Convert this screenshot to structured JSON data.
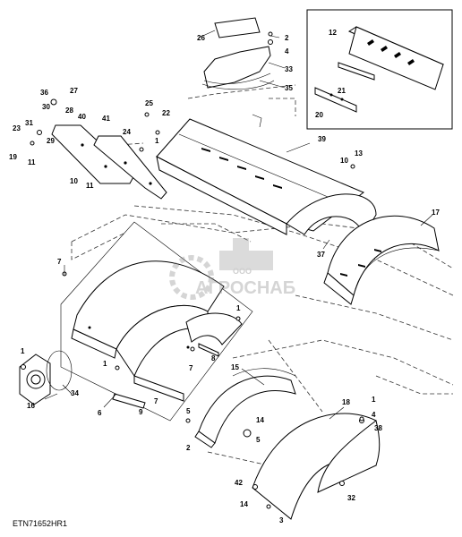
{
  "figure_id": "ETN71652HR1",
  "watermark": {
    "small": "ООО",
    "main": "АГРОСНАБ"
  },
  "callouts": [
    {
      "id": "c26",
      "text": "26"
    },
    {
      "id": "c2a",
      "text": "2"
    },
    {
      "id": "c4a",
      "text": "4"
    },
    {
      "id": "c33",
      "text": "33"
    },
    {
      "id": "c35",
      "text": "35"
    },
    {
      "id": "c12",
      "text": "12"
    },
    {
      "id": "c21",
      "text": "21"
    },
    {
      "id": "c20",
      "text": "20"
    },
    {
      "id": "c36",
      "text": "36"
    },
    {
      "id": "c27",
      "text": "27"
    },
    {
      "id": "c30",
      "text": "30"
    },
    {
      "id": "c28",
      "text": "28"
    },
    {
      "id": "c40",
      "text": "40"
    },
    {
      "id": "c41",
      "text": "41"
    },
    {
      "id": "c25",
      "text": "25"
    },
    {
      "id": "c22",
      "text": "22"
    },
    {
      "id": "c24",
      "text": "24"
    },
    {
      "id": "c1a",
      "text": "1"
    },
    {
      "id": "c23",
      "text": "23"
    },
    {
      "id": "c31",
      "text": "31"
    },
    {
      "id": "c29",
      "text": "29"
    },
    {
      "id": "c19",
      "text": "19"
    },
    {
      "id": "c11a",
      "text": "11"
    },
    {
      "id": "c10a",
      "text": "10"
    },
    {
      "id": "c11b",
      "text": "11"
    },
    {
      "id": "c39",
      "text": "39"
    },
    {
      "id": "c10b",
      "text": "10"
    },
    {
      "id": "c13",
      "text": "13"
    },
    {
      "id": "c17",
      "text": "17"
    },
    {
      "id": "c37",
      "text": "37"
    },
    {
      "id": "c7a",
      "text": "7"
    },
    {
      "id": "c1b",
      "text": "1"
    },
    {
      "id": "c7b",
      "text": "7"
    },
    {
      "id": "c8",
      "text": "8"
    },
    {
      "id": "c1c",
      "text": "1"
    },
    {
      "id": "c16",
      "text": "16"
    },
    {
      "id": "c34",
      "text": "34"
    },
    {
      "id": "c1d",
      "text": "1"
    },
    {
      "id": "c7c",
      "text": "7"
    },
    {
      "id": "c9",
      "text": "9"
    },
    {
      "id": "c6",
      "text": "6"
    },
    {
      "id": "c15",
      "text": "15"
    },
    {
      "id": "c5a",
      "text": "5"
    },
    {
      "id": "c2b",
      "text": "2"
    },
    {
      "id": "c14a",
      "text": "14"
    },
    {
      "id": "c5b",
      "text": "5"
    },
    {
      "id": "c18",
      "text": "18"
    },
    {
      "id": "c1e",
      "text": "1"
    },
    {
      "id": "c4b",
      "text": "4"
    },
    {
      "id": "c38",
      "text": "38"
    },
    {
      "id": "c42",
      "text": "42"
    },
    {
      "id": "c14b",
      "text": "14"
    },
    {
      "id": "c3",
      "text": "3"
    },
    {
      "id": "c32",
      "text": "32"
    }
  ]
}
